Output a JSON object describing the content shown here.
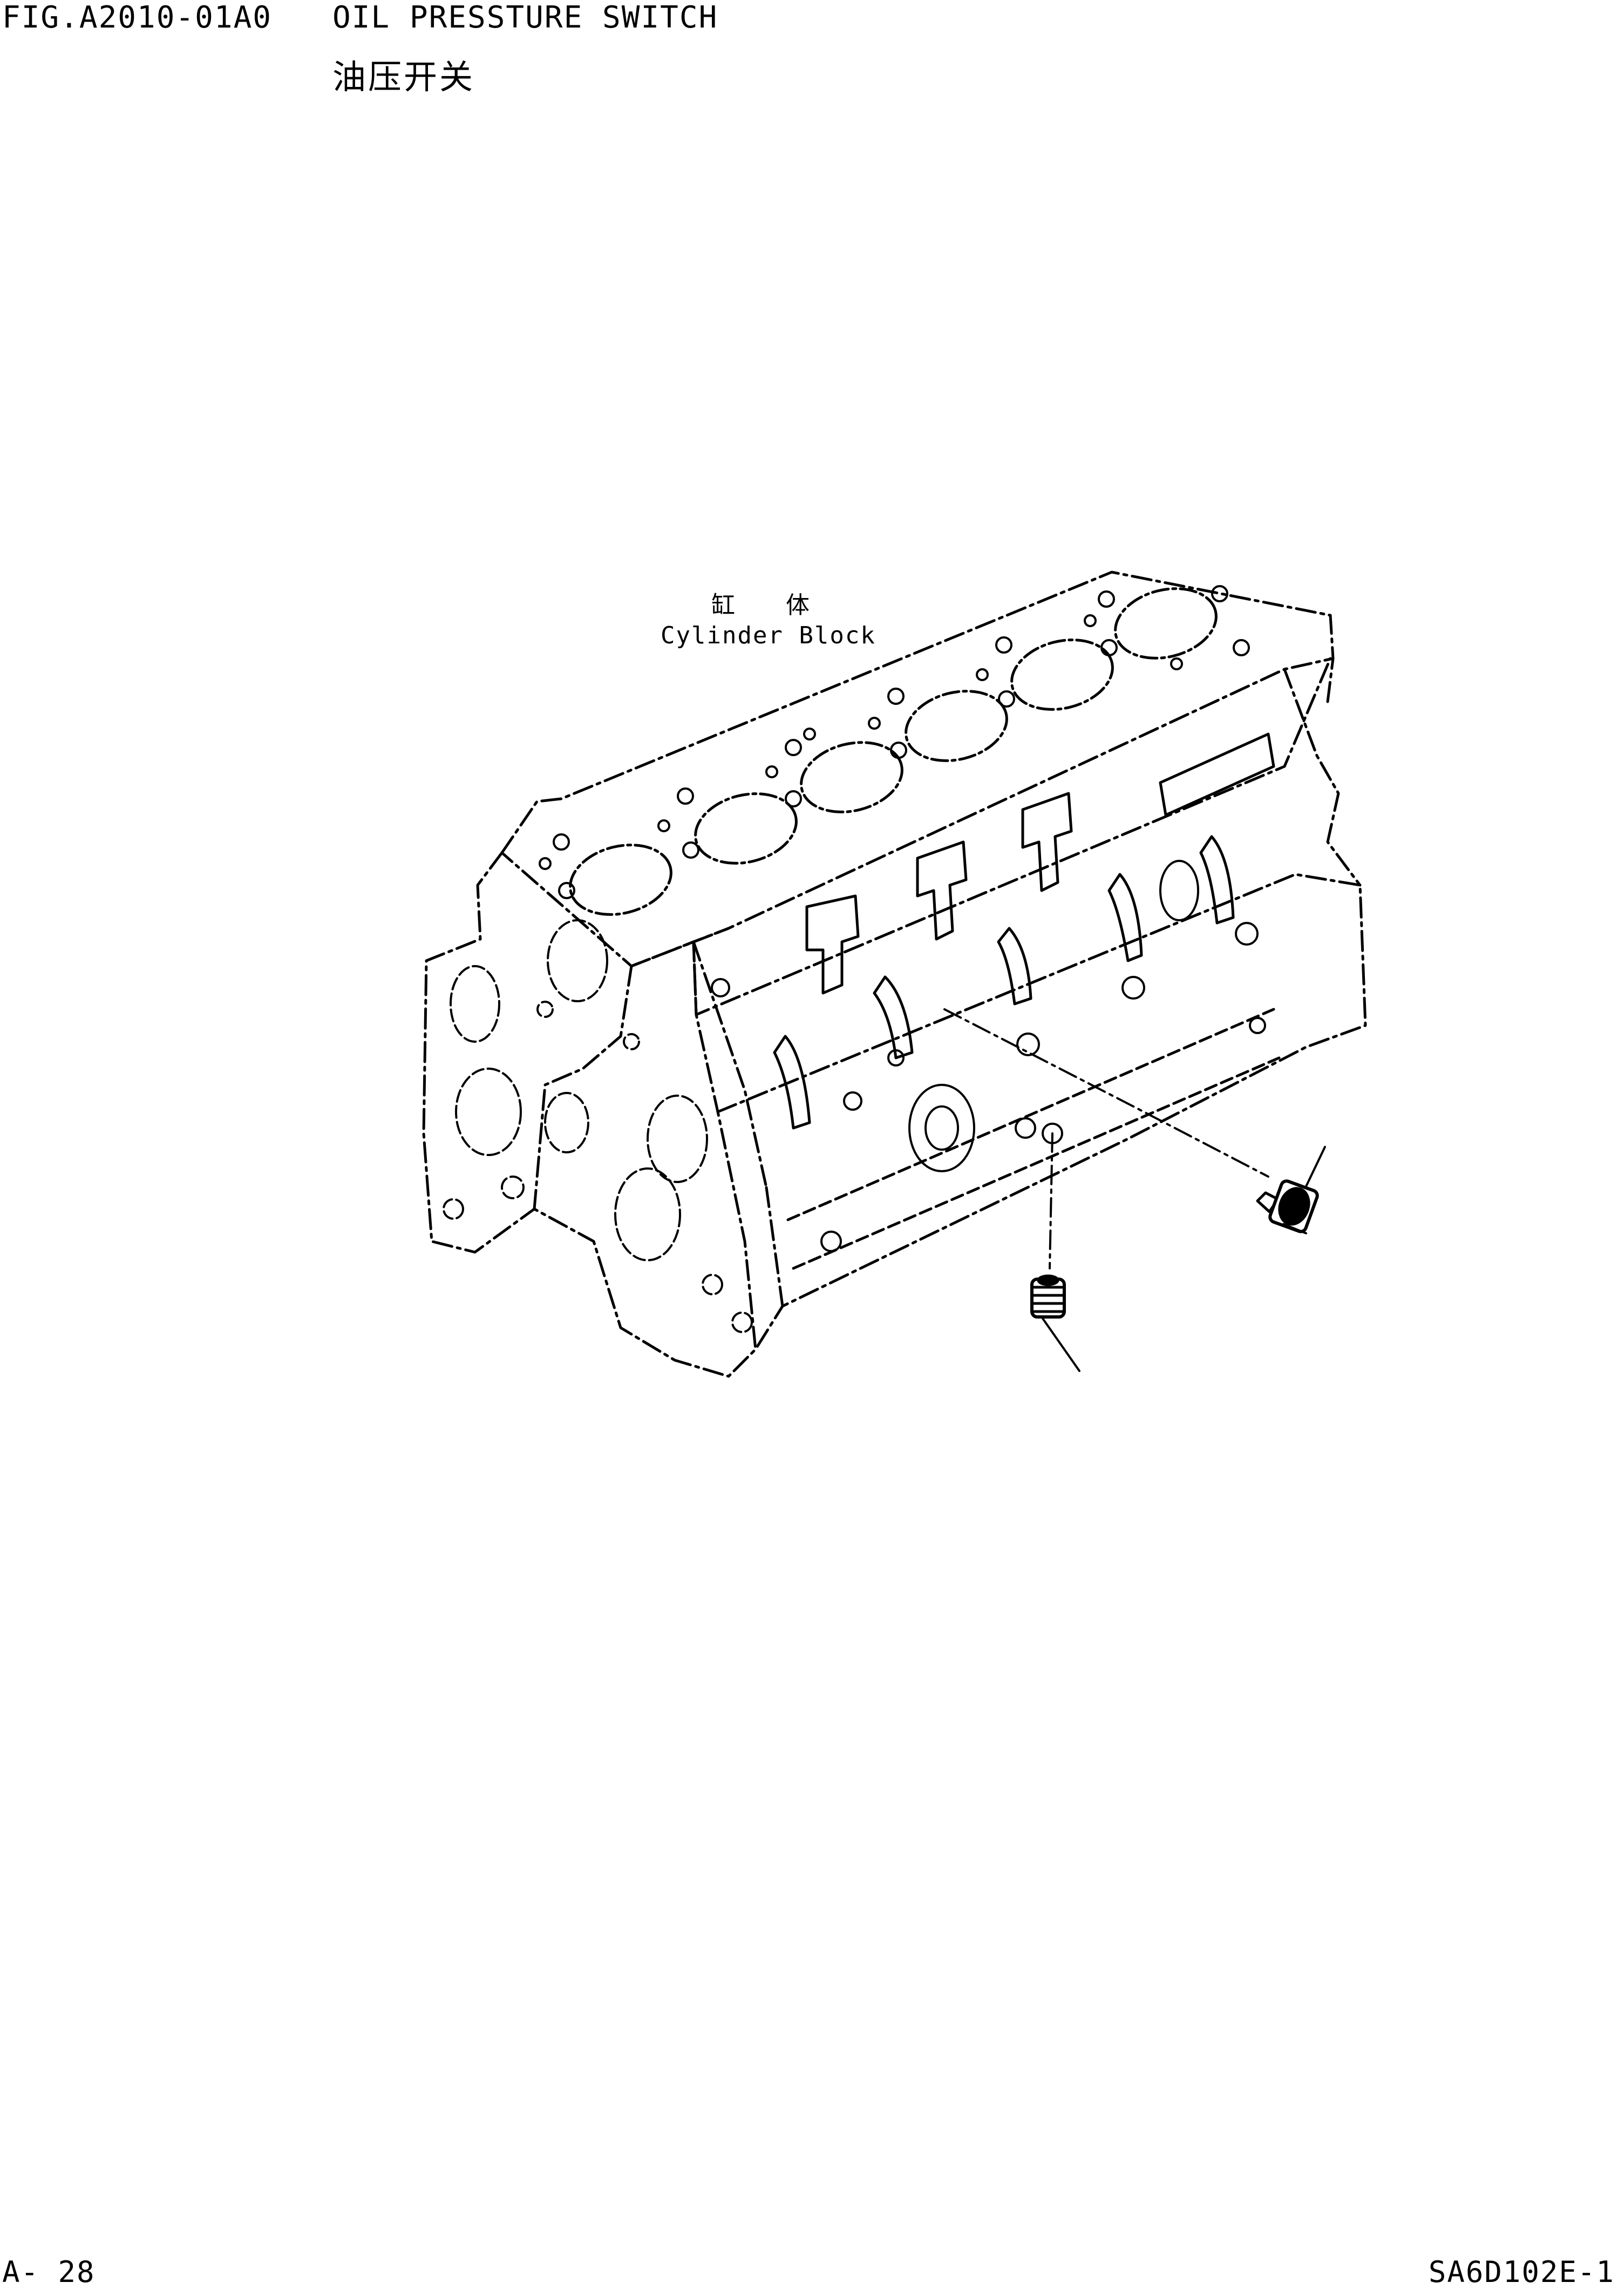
{
  "header": {
    "figure_code": "FIG.A2010-01A0",
    "title_en": "OIL PRESSTURE SWITCH",
    "title_cn": "油压开关"
  },
  "diagram": {
    "part_label_cn": "缸 体",
    "part_label_en": "Cylinder Block"
  },
  "footer": {
    "page_number": "A- 28",
    "document_code": "SA6D102E-1"
  }
}
